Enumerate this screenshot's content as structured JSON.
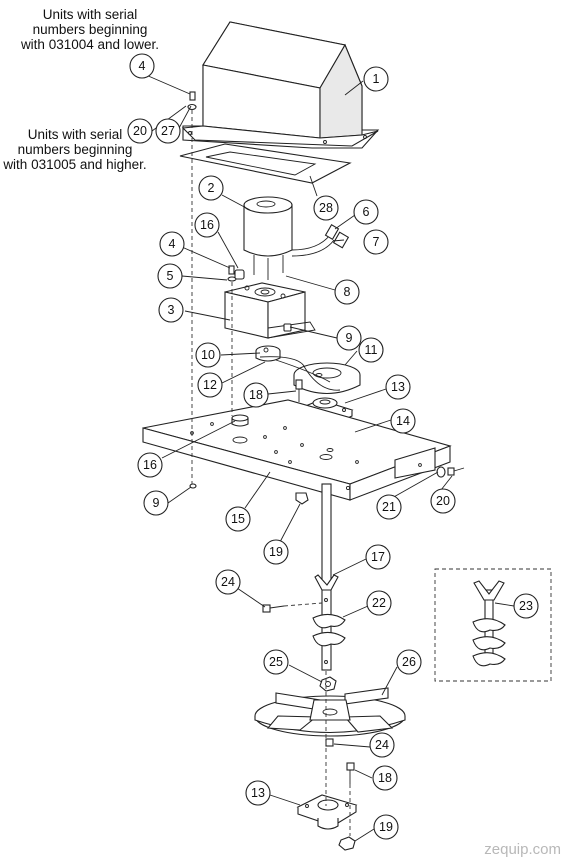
{
  "notes": {
    "older": [
      "Units with serial",
      "numbers beginning",
      "with 031004 and lower."
    ],
    "newer": [
      "Units with serial",
      "numbers beginning",
      "with 031005 and higher."
    ]
  },
  "watermark": "zequip.com",
  "callouts": [
    "1",
    "2",
    "3",
    "4",
    "4",
    "5",
    "6",
    "7",
    "8",
    "9",
    "9",
    "10",
    "11",
    "12",
    "13",
    "13",
    "14",
    "15",
    "16",
    "16",
    "17",
    "18",
    "18",
    "19",
    "19",
    "20",
    "20",
    "21",
    "22",
    "23",
    "24",
    "24",
    "25",
    "26",
    "27",
    "28"
  ]
}
